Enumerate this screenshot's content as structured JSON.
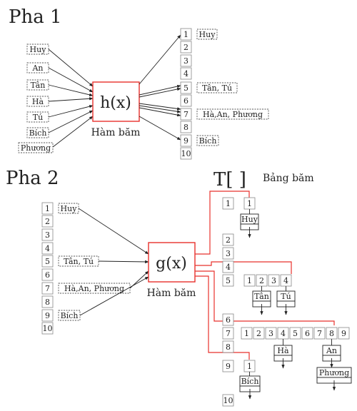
{
  "phase1": {
    "title": "Pha 1",
    "inputs": [
      "Huy",
      "An",
      "Tân",
      "Hà",
      "Tú",
      "Bích",
      "Phương"
    ],
    "function_label": "h(x)",
    "function_caption": "Hàm băm",
    "slots": [
      "1",
      "2",
      "3",
      "4",
      "5",
      "6",
      "7",
      "8",
      "9",
      "10"
    ],
    "slot_values": [
      {
        "slot": "1",
        "text": "Huy"
      },
      {
        "slot": "5",
        "text": "Tân, Tú"
      },
      {
        "slot": "7",
        "text": "Hà,An, Phương"
      },
      {
        "slot": "9",
        "text": "Bích"
      }
    ]
  },
  "phase2": {
    "title": "Pha 2",
    "slots": [
      "1",
      "2",
      "3",
      "4",
      "5",
      "6",
      "7",
      "8",
      "9",
      "10"
    ],
    "slot_values": [
      {
        "slot": "1",
        "text": "Huy"
      },
      {
        "slot": "5",
        "text": "Tân, Tú"
      },
      {
        "slot": "7",
        "text": "Hà,An, Phương"
      },
      {
        "slot": "9",
        "text": "Bích"
      }
    ],
    "function_label": "g(x)",
    "function_caption": "Hàm băm"
  },
  "table": {
    "title": "T[ ]",
    "caption": "Bảng băm",
    "rows": [
      "1",
      "2",
      "3",
      "4",
      "5",
      "6",
      "7",
      "8",
      "9",
      "10"
    ],
    "sub_slot1": [
      "1"
    ],
    "sub_slot5": [
      "1",
      "2",
      "3",
      "4"
    ],
    "sub_slot7": [
      "1",
      "2",
      "3",
      "4",
      "5",
      "6",
      "7",
      "8",
      "9"
    ],
    "sub_slot9": [
      "1"
    ],
    "buckets": [
      "Huy",
      "Tân",
      "Tú",
      "Hà",
      "An",
      "Phương",
      "Bích"
    ]
  },
  "colors": {
    "accent": "#e8312c",
    "text": "#222222",
    "box_border": "#555555"
  }
}
